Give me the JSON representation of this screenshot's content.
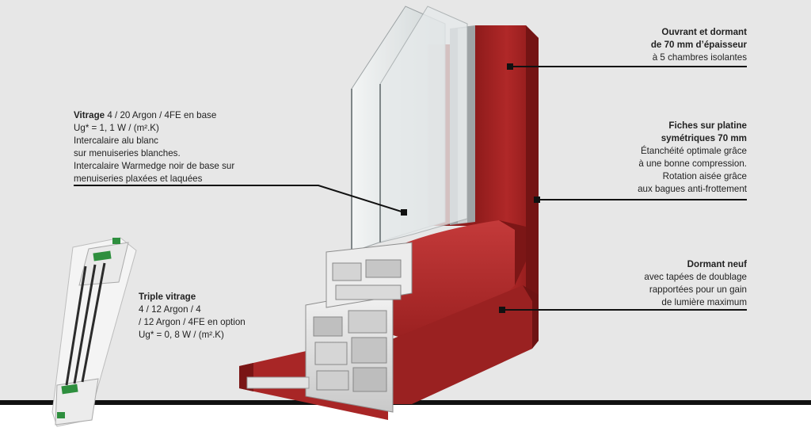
{
  "labels": {
    "vitrage": {
      "bold": "Vitrage",
      "lines": [
        " 4 / 20 Argon / 4FE en base",
        "Ug* = 1, 1 W / (m².K)",
        "Intercalaire alu blanc",
        "sur menuiseries blanches.",
        "Intercalaire Warmedge noir de base sur",
        "menuiseries plaxées et laquées"
      ]
    },
    "triple": {
      "bold": "Triple vitrage",
      "lines": [
        "4 / 12 Argon / 4",
        "/ 12 Argon / 4FE en option",
        "Ug* = 0, 8 W / (m².K)"
      ]
    },
    "ouvrant": {
      "bold_lines": [
        "Ouvrant et dormant",
        "de 70 mm d’épaisseur"
      ],
      "lines": [
        "à 5 chambres isolantes"
      ]
    },
    "fiches": {
      "bold_lines": [
        "Fiches sur platine",
        "symétriques 70 mm"
      ],
      "lines": [
        "Étanchéité optimale grâce",
        "à une bonne compression.",
        "Rotation aisée grâce",
        "aux bagues anti-frottement"
      ]
    },
    "dormant": {
      "bold_lines": [
        "Dormant neuf"
      ],
      "lines": [
        "avec tapées de doublage",
        "rapportées pour un gain",
        "de lumière maximum"
      ]
    }
  },
  "colors": {
    "frame_red": "#a52222",
    "frame_red_dark": "#7e1616",
    "frame_red_light": "#c23535",
    "pvc_white": "#efefef",
    "pvc_grey": "#b9b9b9",
    "glass": "#dfe3e4",
    "leader": "#111111"
  }
}
